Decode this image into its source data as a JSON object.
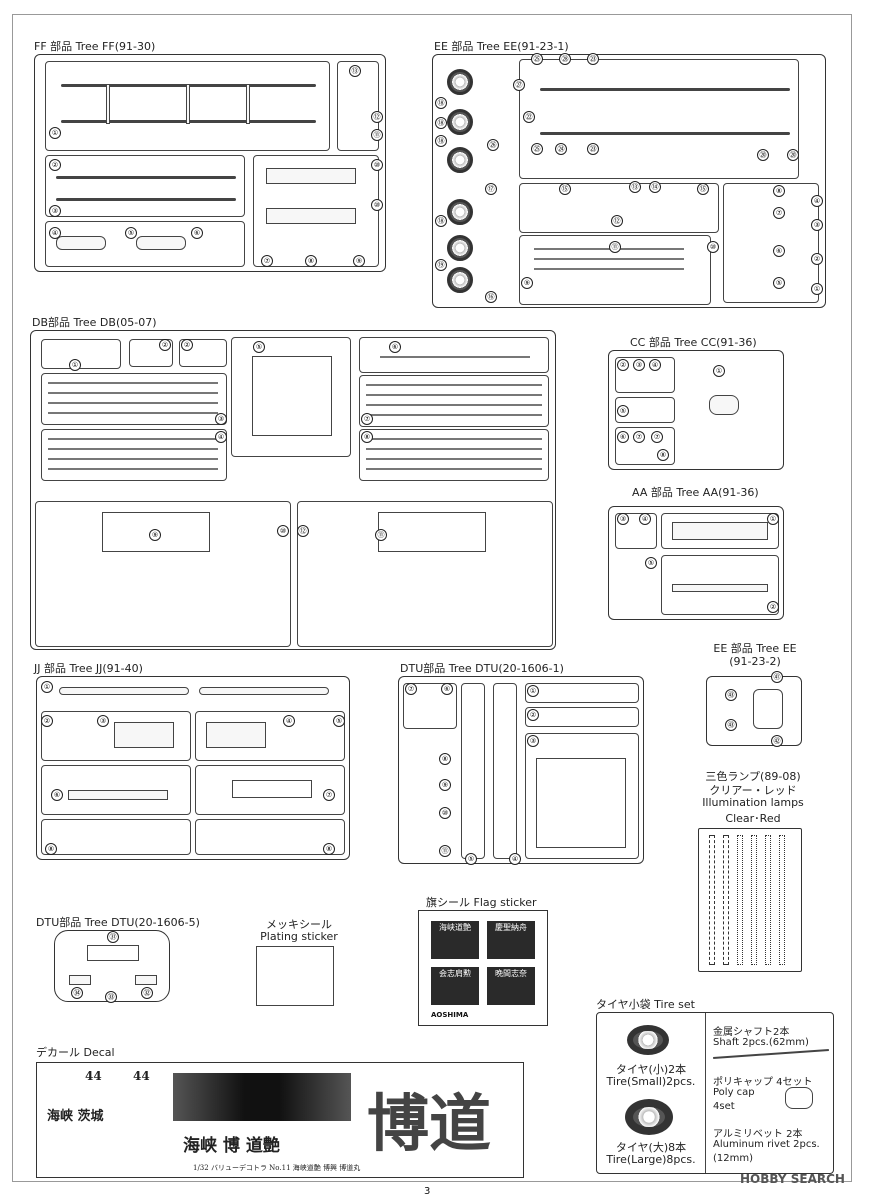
{
  "sections": {
    "ff": {
      "title": "FF 部品 Tree FF(91-30)",
      "nums": [
        "①",
        "②",
        "③",
        "④",
        "⑤",
        "⑥",
        "⑦",
        "⑧",
        "⑨",
        "⑩",
        "⑪",
        "⑫",
        "⑬",
        "⑩"
      ]
    },
    "ee1": {
      "title": "EE 部品 Tree EE(91-23-1)",
      "nums": [
        "⑱",
        "⑱",
        "⑱",
        "⑱",
        "⑲",
        "⑯",
        "⑰",
        "㉖",
        "㉒",
        "㉗",
        "㉕",
        "㉘",
        "㉓",
        "㉕",
        "㉔",
        "㉓",
        "⑮",
        "⑬",
        "⑭",
        "⑮",
        "⑫",
        "⑪",
        "⑩",
        "⑨",
        "⑳",
        "⑳",
        "⑧",
        "⑦",
        "④",
        "③",
        "②",
        "①",
        "⑥",
        "⑤"
      ]
    },
    "db": {
      "title": "DB部品 Tree DB(05-07)",
      "nums": [
        "①",
        "②",
        "②",
        "⑤",
        "⑥",
        "③",
        "⑦",
        "④",
        "⑧",
        "⑨",
        "⑩",
        "⑫",
        "⑪"
      ]
    },
    "cc": {
      "title": "CC 部品 Tree CC(91-36)",
      "nums": [
        "②",
        "③",
        "④",
        "①",
        "⑤",
        "⑥",
        "⑦",
        "⑦",
        "⑧"
      ]
    },
    "aa": {
      "title": "AA 部品 Tree AA(91-36)",
      "nums": [
        "③",
        "④",
        "①",
        "⑤",
        "②"
      ]
    },
    "ee2": {
      "title_line1": "EE 部品 Tree EE",
      "title_line2": "(91-23-2)",
      "nums": [
        "㊶",
        "㊸",
        "㊸",
        "㊷"
      ]
    },
    "jj": {
      "title": "JJ 部品 Tree JJ(91-40)",
      "nums": [
        "①",
        "②",
        "③",
        "④",
        "⑤",
        "⑥",
        "⑦",
        "⑧",
        "⑧"
      ]
    },
    "dtu1": {
      "title": "DTU部品 Tree DTU(20-1606-1)",
      "nums": [
        "⑦",
        "⑥",
        "⑧",
        "⑨",
        "⑩",
        "⑪",
        "⑤",
        "④",
        "①",
        "②",
        "③"
      ]
    },
    "lamps": {
      "line1": "三色ランプ(89-08)",
      "line2": "クリアー・レッド",
      "line3": "Illumination lamps",
      "line4": "Clear･Red"
    },
    "dtu5": {
      "title": "DTU部品 Tree DTU(20-1606-5)",
      "nums": [
        "㉛",
        "㉞",
        "㉝",
        "㉜"
      ]
    },
    "plating": {
      "line1": "メッキシール",
      "line2": "Plating sticker"
    },
    "flag": {
      "title": "旗シール Flag sticker",
      "flags": [
        "海峡道艶",
        "慶聖納舟",
        "会志肩勲",
        "晩間志奈"
      ],
      "brand": "AOSHIMA"
    },
    "tire_set": {
      "title": "タイヤ小袋 Tire set",
      "small_jp": "タイヤ(小)2本",
      "small_en": "Tire(Small)2pcs.",
      "large_jp": "タイヤ(大)8本",
      "large_en": "Tire(Large)8pcs.",
      "shaft_jp": "金属シャフト2本",
      "shaft_en": "Shaft 2pcs.(62mm)",
      "cap_jp": "ポリキャップ 4セット",
      "cap_en1": "Poly cap",
      "cap_en2": "4set",
      "rivet_jp": "アルミリベット 2本",
      "rivet_en1": "Aluminum rivet 2pcs.",
      "rivet_en2": "(12mm)"
    },
    "decal": {
      "title": "デカール Decal",
      "num1": "44",
      "num2": "44",
      "text_a": "海峡 茨城",
      "text_b": "海峡 博 道艶",
      "big": "博道",
      "footer": "1/32 バリューデコトラ No.11 海峡道艶 博興 博道丸"
    }
  },
  "page_number": "3",
  "watermark": "HOBBY SEARCH"
}
